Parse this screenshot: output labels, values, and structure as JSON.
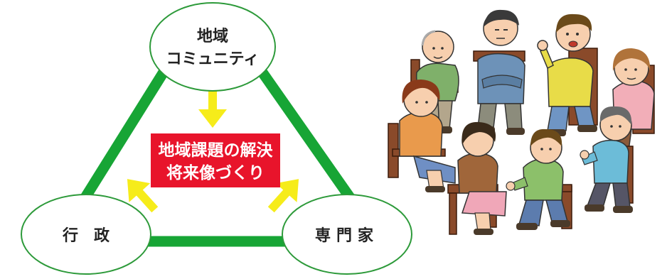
{
  "nodes": {
    "top": {
      "line1": "地域",
      "line2": "コミュニティ"
    },
    "left": {
      "label": "行　政"
    },
    "right": {
      "label": "専門家"
    }
  },
  "center": {
    "line1": "地域課題の解決",
    "line2": "将来像づくり"
  },
  "colors": {
    "triangle": "#17a535",
    "ellipse_border": "#2d9a3a",
    "arrow": "#f6ec1a",
    "center_box": "#e8142b",
    "center_text": "#ffffff"
  },
  "illustration": {
    "scene": "people-meeting-in-circle-of-chairs"
  }
}
